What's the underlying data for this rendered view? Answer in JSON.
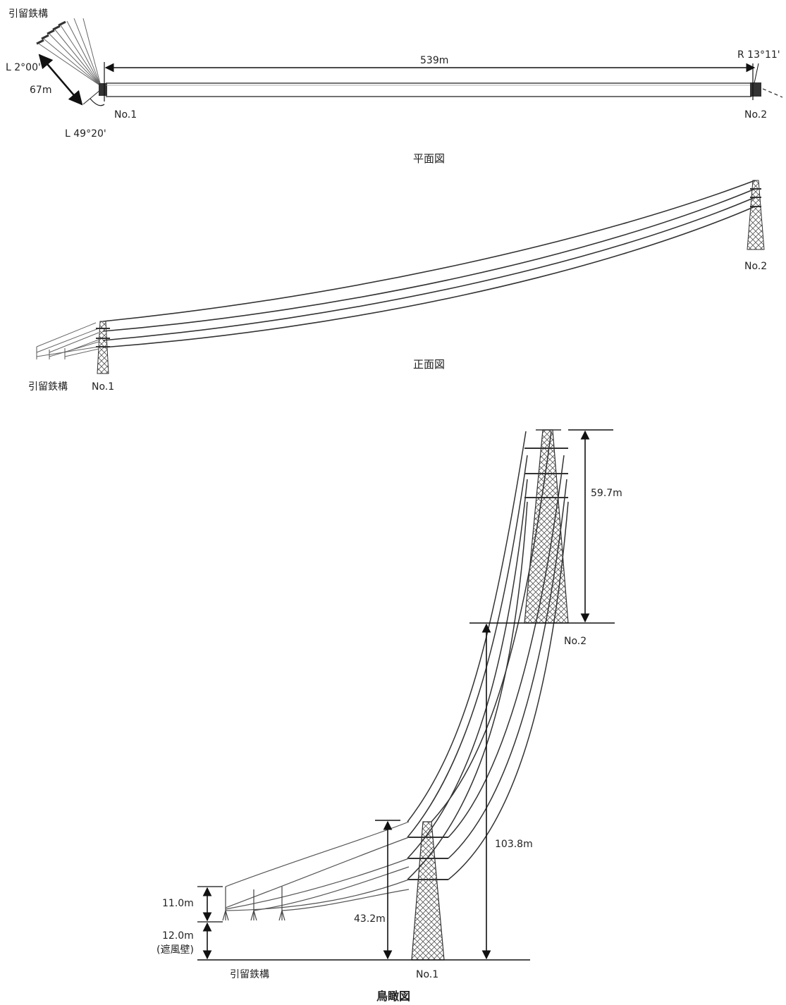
{
  "plan_view": {
    "title": "平面図",
    "anchor_tower_label": "引留鉄構",
    "angle_upper_left": "L 2°00'",
    "angle_lower_left": "L 49°20'",
    "anchor_distance": "67m",
    "span": "539m",
    "angle_right": "R 13°11'",
    "tower1": "No.1",
    "tower2": "No.2"
  },
  "front_view": {
    "title": "正面図",
    "anchor_tower_label": "引留鉄構",
    "tower1": "No.1",
    "tower2": "No.2"
  },
  "birdseye_view": {
    "title": "鳥瞰図",
    "anchor_tower_label": "引留鉄構",
    "tower1": "No.1",
    "tower2": "No.2",
    "dim_no2_height": "59.7m",
    "dim_elevation_diff": "103.8m",
    "dim_no1_height": "43.2m",
    "dim_anchor_height": "11.0m",
    "dim_wall_height": "12.0m",
    "dim_wall_label": "(遮風壁)"
  },
  "colors": {
    "line": "#3a3a3a",
    "light_line": "#777777",
    "tower": "#444444",
    "background": "#ffffff"
  }
}
